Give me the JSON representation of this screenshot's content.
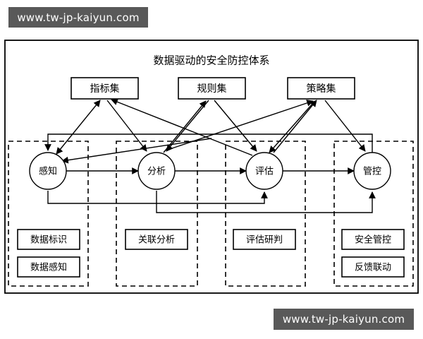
{
  "watermarks": {
    "top": "www.tw-jp-kaiyun.com",
    "bottom": "www.tw-jp-kaiyun.com"
  },
  "diagram": {
    "title": "数据驱动的安全防控体系",
    "resource_boxes": [
      {
        "label": "指标集"
      },
      {
        "label": "规则集"
      },
      {
        "label": "策略集"
      }
    ],
    "stage_nodes": [
      {
        "label": "感知"
      },
      {
        "label": "分析"
      },
      {
        "label": "评估"
      },
      {
        "label": "管控"
      }
    ],
    "columns": [
      {
        "items": [
          {
            "label": "数据标识"
          },
          {
            "label": "数据感知"
          }
        ]
      },
      {
        "items": [
          {
            "label": "关联分析"
          }
        ]
      },
      {
        "items": [
          {
            "label": "评估研判"
          }
        ]
      },
      {
        "items": [
          {
            "label": "安全管控"
          },
          {
            "label": "反馈联动"
          }
        ]
      }
    ]
  },
  "colors": {
    "stroke": "#000000",
    "background": "#ffffff",
    "watermark_bg": "#595959",
    "watermark_text": "#ffffff"
  }
}
